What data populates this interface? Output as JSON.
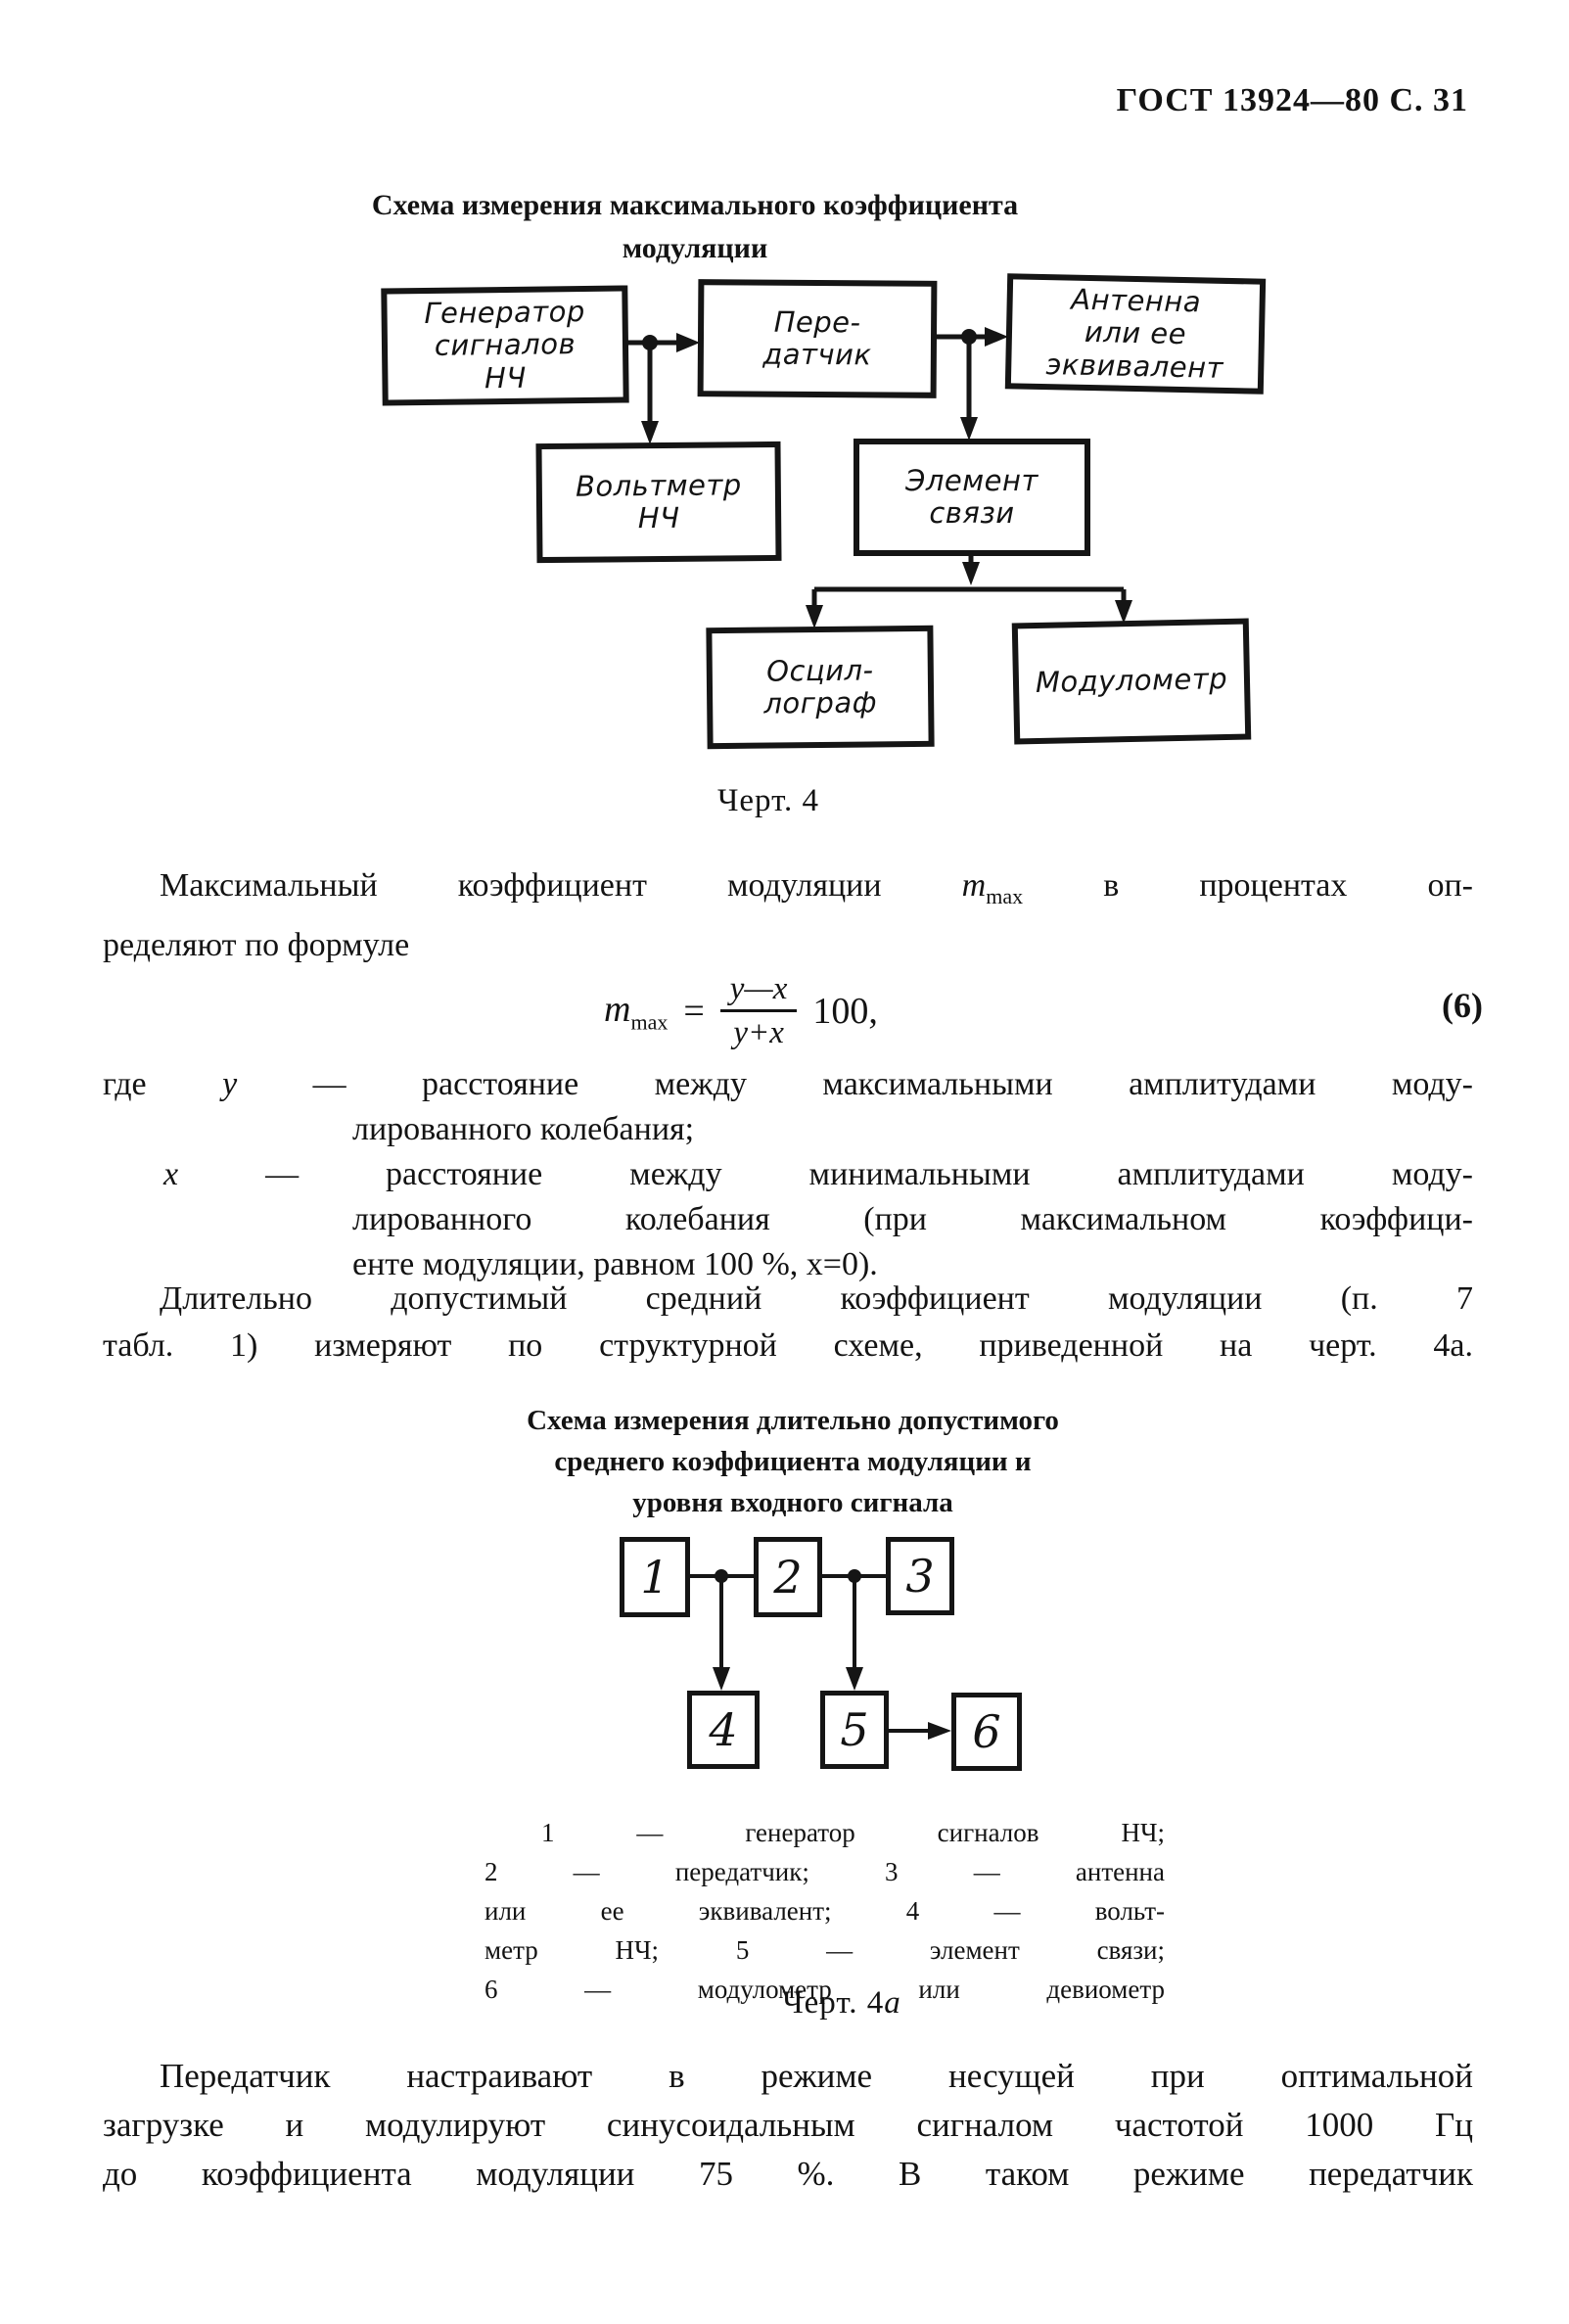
{
  "header": {
    "text": "ГОСТ 13924—80 С. 31"
  },
  "fig4": {
    "title": "Схема измерения максимального коэффициента\nмодуляции",
    "boxes": {
      "generator": "Генератор\nсигналов\nНЧ",
      "transmitter": "Пере-\nдатчик",
      "antenna": "Антенна\nили ее\nэквивалент",
      "voltmeter": "Вольтметр\nНЧ",
      "coupling": "Элемент\nсвязи",
      "oscilloscope": "Осцил-\nлограф",
      "modulometer": "Модулометр"
    },
    "caption": "Черт. 4"
  },
  "para1": {
    "line1_before": "Максимальный коэффициент модуляции ",
    "var": "m",
    "var_sub": "max",
    "line1_after": " в процентах оп-",
    "line2": "ределяют по формуле"
  },
  "formula": {
    "lhs": "m",
    "lhs_sub": "max",
    "eq": "=",
    "numerator": "y—x",
    "denominator": "y+x",
    "factor": "100,",
    "number": "(6)"
  },
  "where": {
    "lead": "где ",
    "y_var": "y",
    "y_dash": " — ",
    "y_line1": "расстояние между максимальными амплитудами моду-",
    "y_line2": "лированного колебания;",
    "x_var": "x",
    "x_dash": " — ",
    "x_line1": "расстояние между минимальными амплитудами моду-",
    "x_line2": "лированного колебания (при максимальном коэффици-",
    "x_line3": "енте модуляции, равном 100 %, x=0)."
  },
  "para2": {
    "line1": "Длительно допустимый средний коэффициент модуляции (п. 7",
    "line2": "табл. 1) измеряют по структурной схеме, приведенной на черт. 4а."
  },
  "fig4a": {
    "title": "Схема измерения длительно допустимого\nсреднего коэффициента модуляции и\nуровня входного сигнала",
    "boxes": [
      "1",
      "2",
      "3",
      "4",
      "5",
      "6"
    ],
    "legend_lines": [
      "1 — генератор сигналов НЧ;",
      "2 — передатчик; 3 — антенна",
      "или ее эквивалент; 4 — вольт-",
      "метр НЧ; 5 — элемент связи;",
      "6 — модулометр или девиометр"
    ],
    "caption_prefix": "Черт. 4",
    "caption_italic": "а"
  },
  "para3": {
    "line1": "Передатчик настраивают в режиме несущей при оптимальной",
    "line2": "загрузке и модулируют синусоидальным сигналом частотой 1000 Гц",
    "line3": "до коэффициента модуляции 75 %. В таком режиме передатчик"
  }
}
